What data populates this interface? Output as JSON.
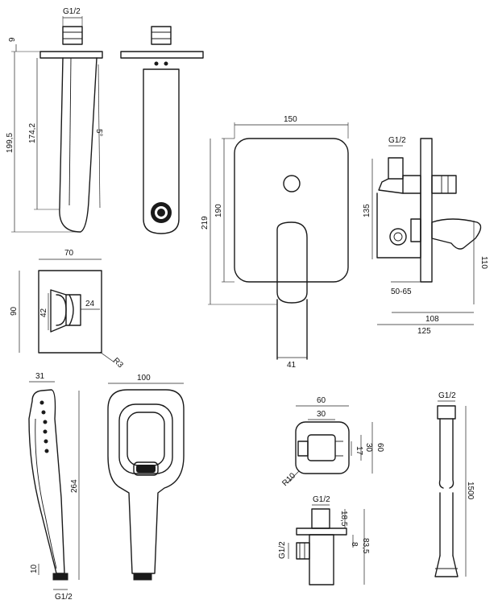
{
  "spout": {
    "thread": "G1/2",
    "d_9": "9",
    "d_199_5": "199,5",
    "d_174_2": "174,2",
    "angle": "5°"
  },
  "plate_side": {
    "w_70": "70",
    "h_90": "90",
    "d_42": "42",
    "d_24": "24",
    "radius": "R3"
  },
  "mixer_front": {
    "w_150": "150",
    "h_190": "190",
    "h_219": "219",
    "d_41": "41"
  },
  "mixer_side": {
    "thread": "G1/2",
    "h_135": "135",
    "h_110": "110",
    "range": "50-65",
    "d_108": "108",
    "d_125": "125"
  },
  "hand_shower": {
    "w_31": "31",
    "w_100": "100",
    "len_264": "264",
    "d_10": "10",
    "thread": "G1/2"
  },
  "wall_outlet": {
    "w_60": "60",
    "w_30": "30",
    "d_17": "17",
    "h_30": "30",
    "h_60": "60",
    "radius": "R10",
    "thread_top": "G1/2",
    "d_18_5": "18,5",
    "d_8": "8",
    "d_83_5": "83,5",
    "thread_side": "G1/2"
  },
  "hose": {
    "thread": "G1/2",
    "length": "1500"
  }
}
